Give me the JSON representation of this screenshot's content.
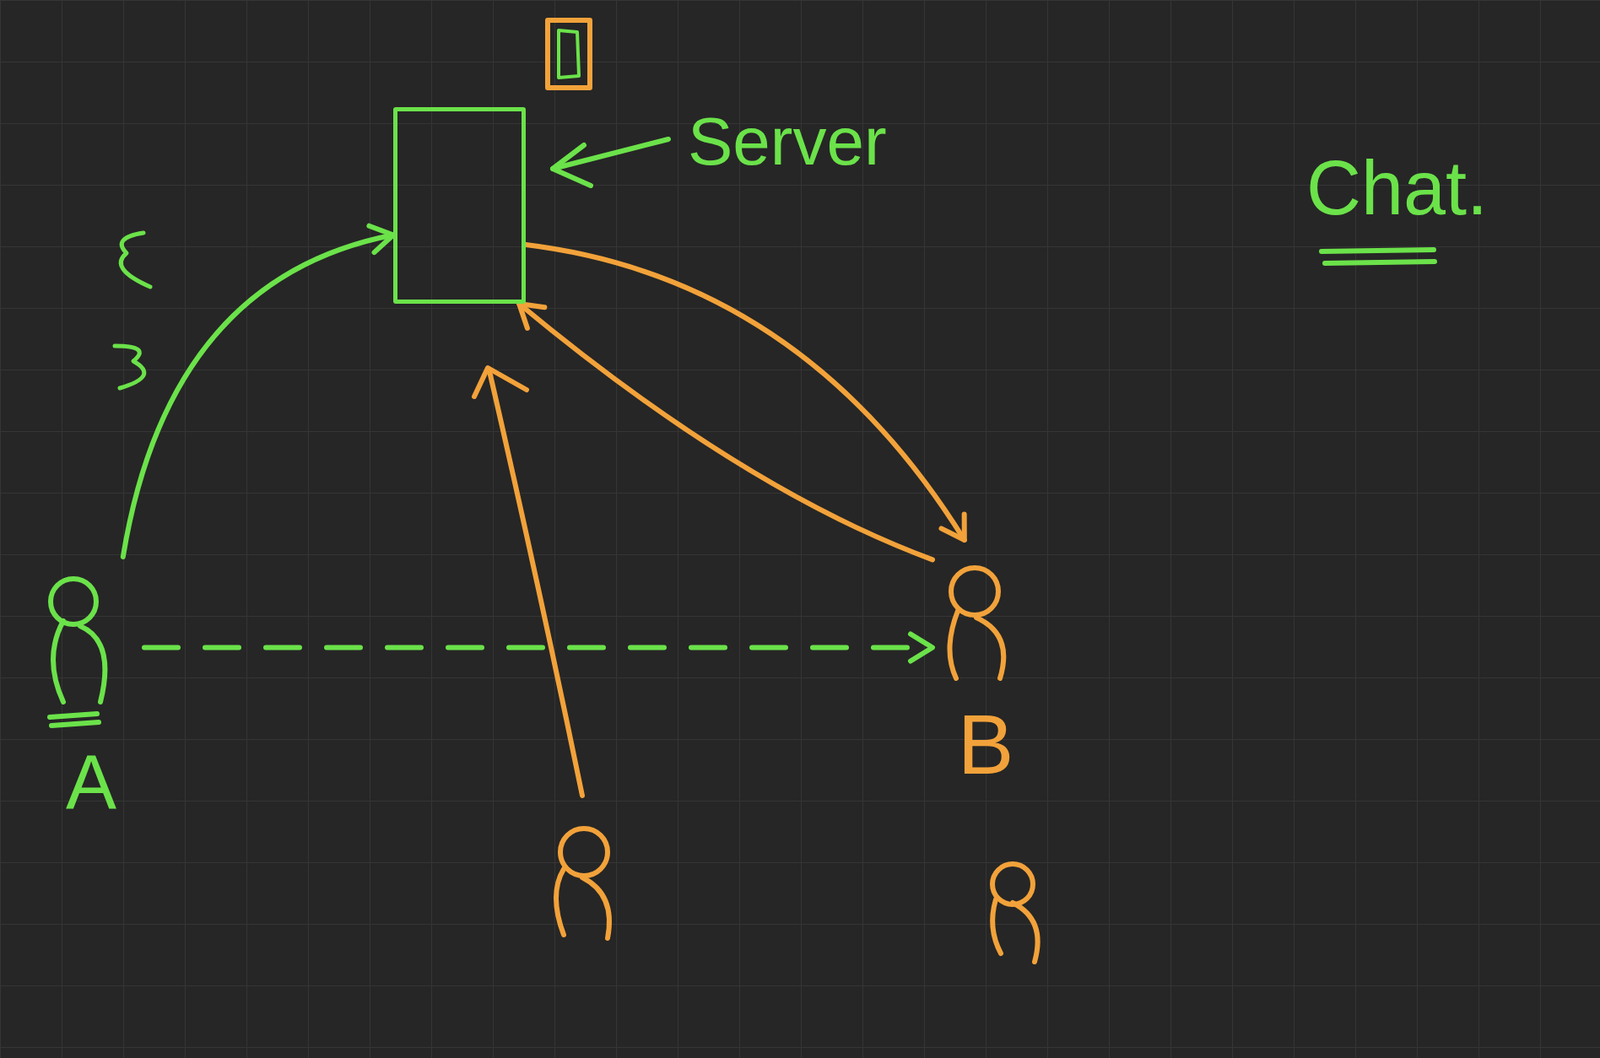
{
  "diagram": {
    "title": "Chat.",
    "nodes": [
      {
        "text": [
          "Server"
        ]
      },
      {
        "text": [
          "A"
        ]
      },
      {
        "text": [
          "B"
        ]
      }
    ],
    "edges": [
      {
        "from": 1,
        "to": 0,
        "arrow": "to"
      },
      {
        "from": 1,
        "to": 2,
        "arrow": "to"
      },
      {
        "from": 0,
        "to": 2,
        "arrow": "to"
      },
      {
        "from": 2,
        "to": 0,
        "arrow": "to"
      }
    ]
  }
}
